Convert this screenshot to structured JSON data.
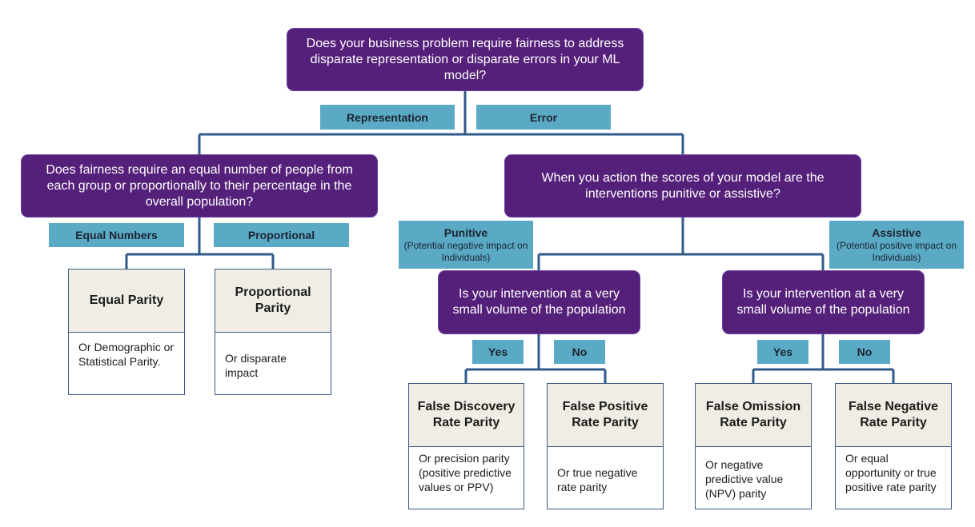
{
  "colors": {
    "question_fill": "#55207a",
    "label_fill": "#5aaac6",
    "connector": "#2f5a8a",
    "result_header_fill": "#efede4",
    "result_border": "#3a5a84"
  },
  "root": {
    "question": "Does your business problem require fairness to address disparate representation or disparate errors in your ML model?",
    "branch_representation": "Representation",
    "branch_error": "Error"
  },
  "representation": {
    "question": "Does fairness require an equal number of people from each group or proportionally to their percentage in the overall population?",
    "branch_equal": "Equal Numbers",
    "branch_proportional": "Proportional",
    "equal_parity": {
      "title": "Equal Parity",
      "description": "Or Demographic or Statistical Parity."
    },
    "proportional_parity": {
      "title": "Proportional Parity",
      "description": "Or disparate impact"
    }
  },
  "error": {
    "question": "When you action the scores of your model are the interventions punitive or assistive?",
    "punitive": {
      "title": "Punitive",
      "subtitle": "(Potential negative impact on Individuals)"
    },
    "assistive": {
      "title": "Assistive",
      "subtitle": "(Potential positive impact on Individuals)"
    },
    "punitive_question": "Is your intervention at a very small volume of the population",
    "assistive_question": "Is your intervention at a very small volume of the population",
    "yes_label": "Yes",
    "no_label": "No",
    "fdr_parity": {
      "title": "False Discovery Rate Parity",
      "description": "Or precision parity (positive predictive values or PPV)"
    },
    "fpr_parity": {
      "title": "False Positive Rate Parity",
      "description": "Or true negative rate parity"
    },
    "for_parity": {
      "title": "False Omission Rate Parity",
      "description": "Or negative predictive value (NPV) parity"
    },
    "fnr_parity": {
      "title": "False Negative Rate Parity",
      "description": "Or equal opportunity or true positive rate parity"
    }
  }
}
